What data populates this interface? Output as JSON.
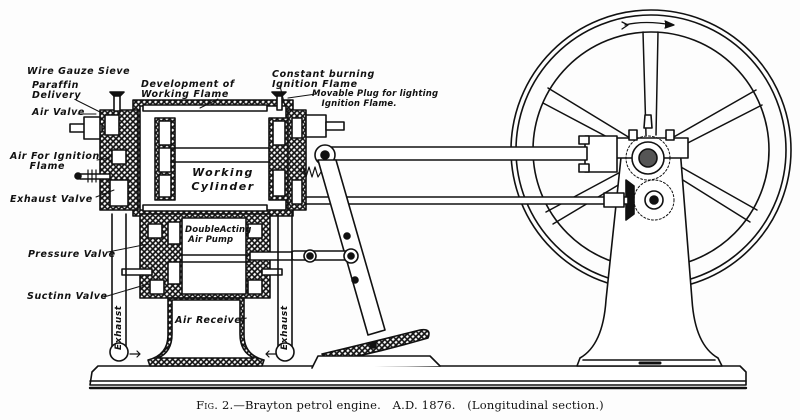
{
  "figure": {
    "title": "Brayton petrol engine (Longitudinal section)",
    "caption": {
      "fig_label": "Fig. 2.",
      "dash": "—",
      "description": "Brayton petrol engine.",
      "era": "A.D. 1876.",
      "note": "(Longitudinal section.)"
    },
    "labels": {
      "wire_gauze_sieve": "Wire Gauze Sieve",
      "paraffin_delivery": "Paraffin\nDelivery",
      "air_valve": "Air Valve",
      "development_of_working_flame": "Development of\nWorking Flame",
      "constant_burning_ignition_flame": "Constant burning\nIgnition Flame",
      "movable_plug": "Movable Plug for lighting\n   Ignition Flame.",
      "air_for_ignition_flame": "Air For Ignition\n     Flame",
      "working_cylinder": "Working\nCylinder",
      "exhaust_valve": "Exhaust Valve",
      "double_acting_air_pump": "DoubleActing\n Air Pump",
      "pressure_valve": "Pressure Valve",
      "suction_valve": "Suctinn Valve",
      "air_receiver": "Air Receiver",
      "exhaust_left": "Exhaust",
      "exhaust_right": "Exhaust"
    },
    "parts": [
      "flywheel",
      "flywheel-spokes",
      "rotation-arrow",
      "crank-bearing",
      "bevel-gear",
      "connecting-rod",
      "valve-rod",
      "rocking-lever",
      "pump-link",
      "working-cylinder",
      "air-pump",
      "air-receiver",
      "exhaust-pipes",
      "pedestal",
      "base-plate"
    ]
  }
}
